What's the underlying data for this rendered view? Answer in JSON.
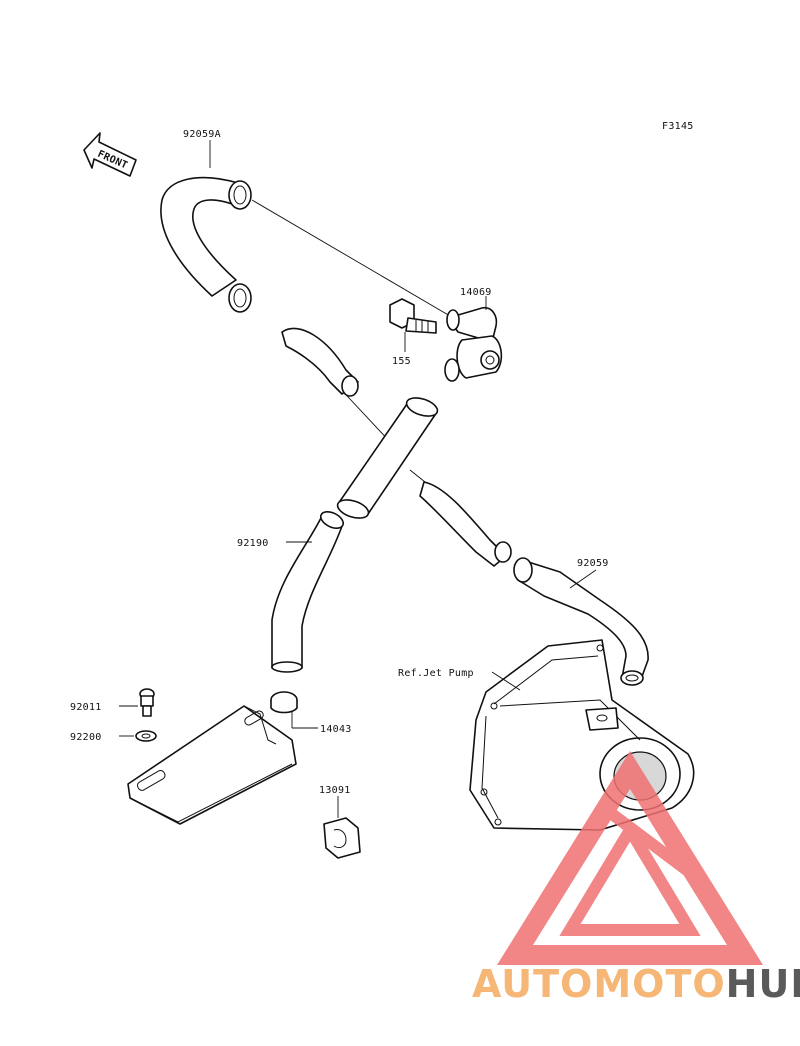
{
  "figure_code": "F3145",
  "front_arrow_text": "FRONT",
  "labels": {
    "hose_92059A": "92059A",
    "joint_14069": "14069",
    "bolt_155": "155",
    "hose_92190": "92190",
    "hose_92059": "92059",
    "ref_jet_pump": "Ref.Jet Pump",
    "bolt_92011": "92011",
    "washer_92200": "92200",
    "cover_14043": "14043",
    "clamp_13091": "13091"
  },
  "watermark": {
    "part1": "AUTOMOTO",
    "part2": "HUB",
    "color_auto": "#f5b971",
    "color_moto": "#f08a8a",
    "color_hub": "#555555",
    "logo_color": "#f07070"
  }
}
